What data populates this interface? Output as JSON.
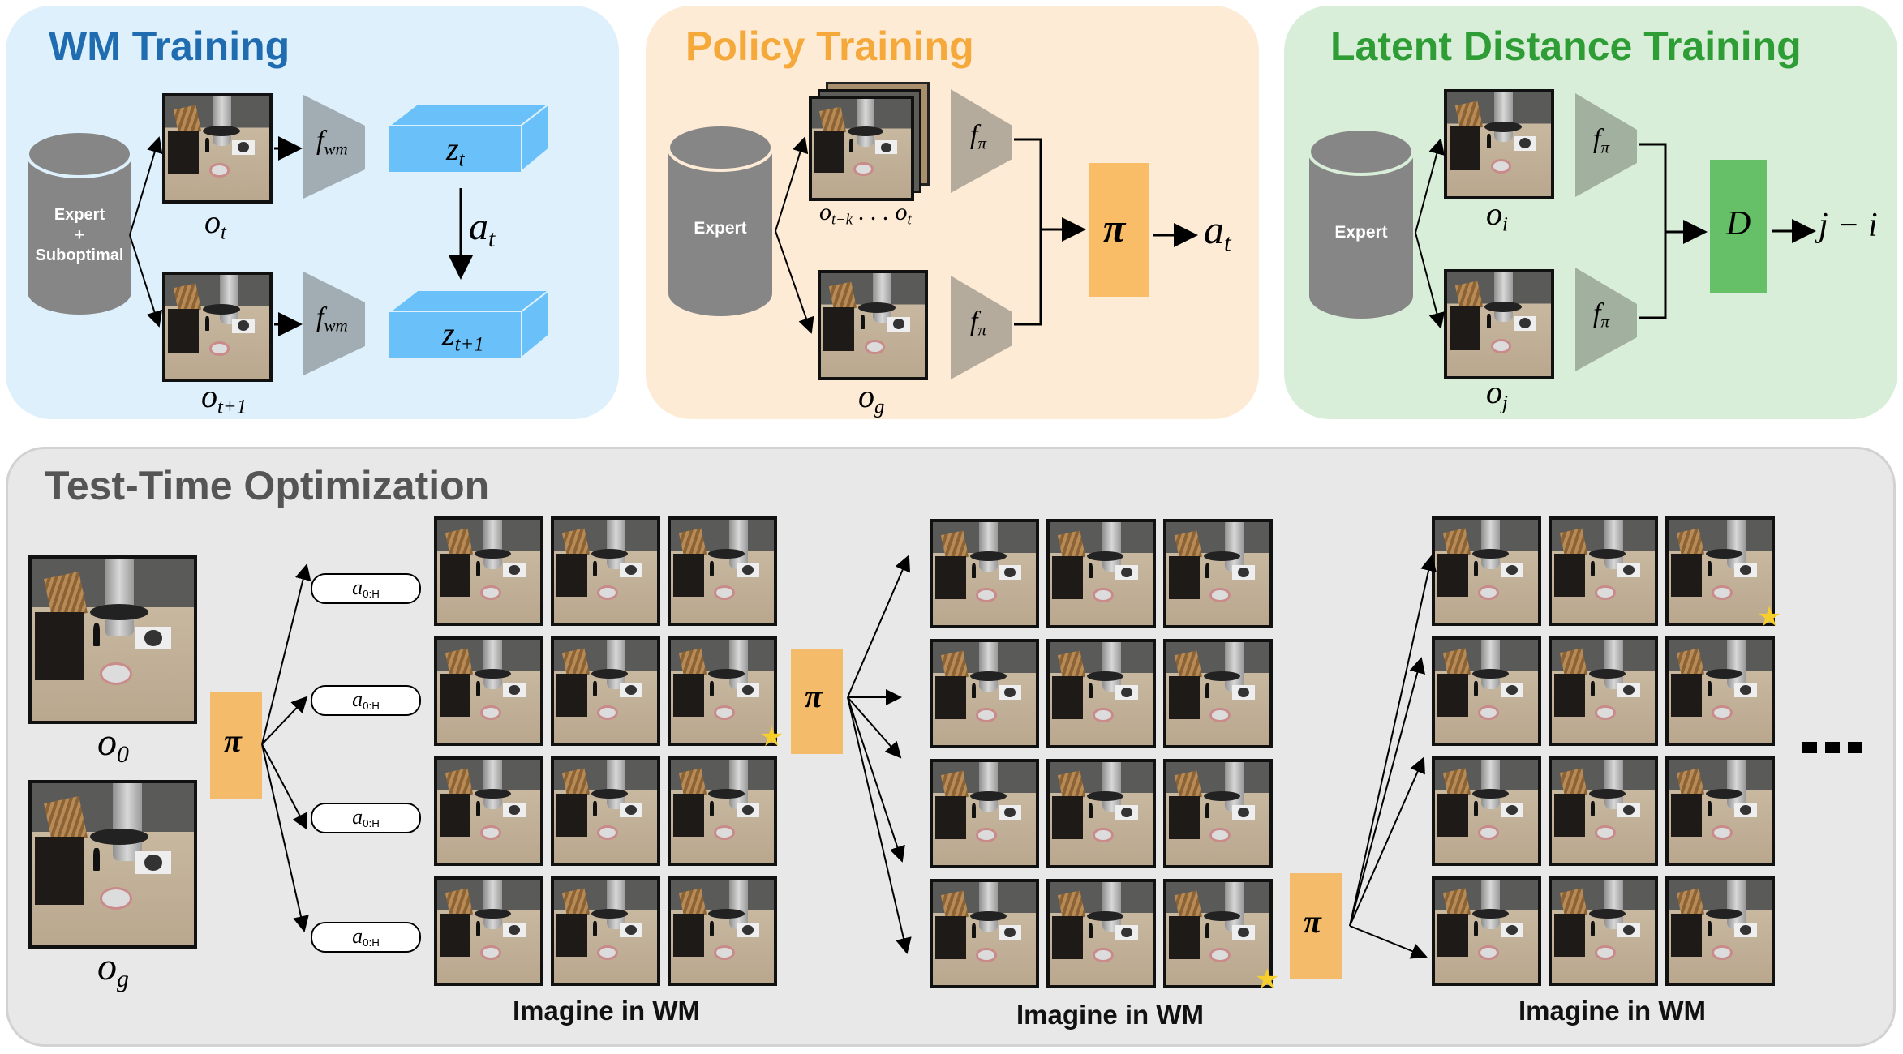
{
  "panels": {
    "wm": {
      "title": "WM Training",
      "title_color": "#1f6cb0",
      "dataset_label_lines": [
        "Expert",
        "+",
        "Suboptimal"
      ],
      "obs_top": "o",
      "obs_top_sub": "t",
      "obs_bottom": "o",
      "obs_bottom_sub": "t+1",
      "encoder": "f",
      "encoder_sub": "wm",
      "latent_top": "z",
      "latent_top_sub": "t",
      "latent_bottom": "z",
      "latent_bottom_sub": "t+1",
      "action": "a",
      "action_sub": "t",
      "latent_color": "#6ac1f9"
    },
    "policy": {
      "title": "Policy Training",
      "title_color": "#f6a93b",
      "dataset_label": "Expert",
      "obs_history": "o",
      "obs_history_sub1": "t−k",
      "obs_history_mid": " . . . o",
      "obs_history_sub2": "t",
      "obs_goal": "o",
      "obs_goal_sub": "g",
      "encoder": "f",
      "encoder_sub": "π",
      "policy_symbol": "π",
      "output": "a",
      "output_sub": "t",
      "policy_color": "#f8bd66"
    },
    "latent": {
      "title": "Latent Distance Training",
      "title_color": "#2e9d35",
      "dataset_label": "Expert",
      "obs_i": "o",
      "obs_i_sub": "i",
      "obs_j": "o",
      "obs_j_sub": "j",
      "encoder": "f",
      "encoder_sub": "π",
      "distance_symbol": "D",
      "output": "j − i",
      "distance_color": "#66c067"
    }
  },
  "test_time": {
    "title": "Test-Time Optimization",
    "title_color": "#555555",
    "obs_start": "o",
    "obs_start_sub": "0",
    "obs_goal": "o",
    "obs_goal_sub": "g",
    "policy_symbol": "π",
    "action_chunks": [
      {
        "label": "a",
        "sub": "0:H"
      },
      {
        "label": "a",
        "sub": "0:H"
      },
      {
        "label": "a",
        "sub": "0:H"
      },
      {
        "label": "a",
        "sub": "0:H"
      }
    ],
    "grids": [
      {
        "caption": "Imagine in WM",
        "rows": 4,
        "cols": 3,
        "best": {
          "row": 2,
          "col": 3
        }
      },
      {
        "caption": "Imagine in WM",
        "rows": 4,
        "cols": 3,
        "best": {
          "row": 4,
          "col": 3
        }
      },
      {
        "caption": "Imagine in WM",
        "rows": 4,
        "cols": 3,
        "best": {
          "row": 1,
          "col": 3
        }
      }
    ],
    "continuation": "...",
    "best_marker": "★",
    "policy_color": "#f4bc6a"
  }
}
